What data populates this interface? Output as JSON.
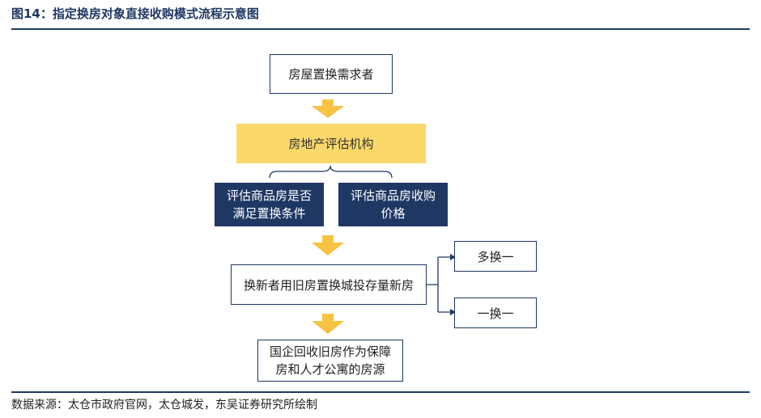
{
  "figure": {
    "title": "图14：指定换房对象直接收购模式流程示意图"
  },
  "nodes": {
    "demander": "房屋置换需求者",
    "evaluator": "房地产评估机构",
    "eval_condition_line1": "评估商品房是否",
    "eval_condition_line2": "满足置换条件",
    "eval_price_line1": "评估商品房收购",
    "eval_price_line2": "价格",
    "replacement": "换新者用旧房置换城投存量新房",
    "many_for_one": "多换一",
    "one_for_one": "一换一",
    "result_line1": "国企回收旧房作为保障",
    "result_line2": "房和人才公寓的房源"
  },
  "footer": {
    "source": "数据来源：太仓市政府官网，太仓城发，东吴证券研究所绘制"
  },
  "colors": {
    "navy": "#1f3763",
    "yellow": "#fbd86a",
    "arrow": "#f6c342"
  }
}
